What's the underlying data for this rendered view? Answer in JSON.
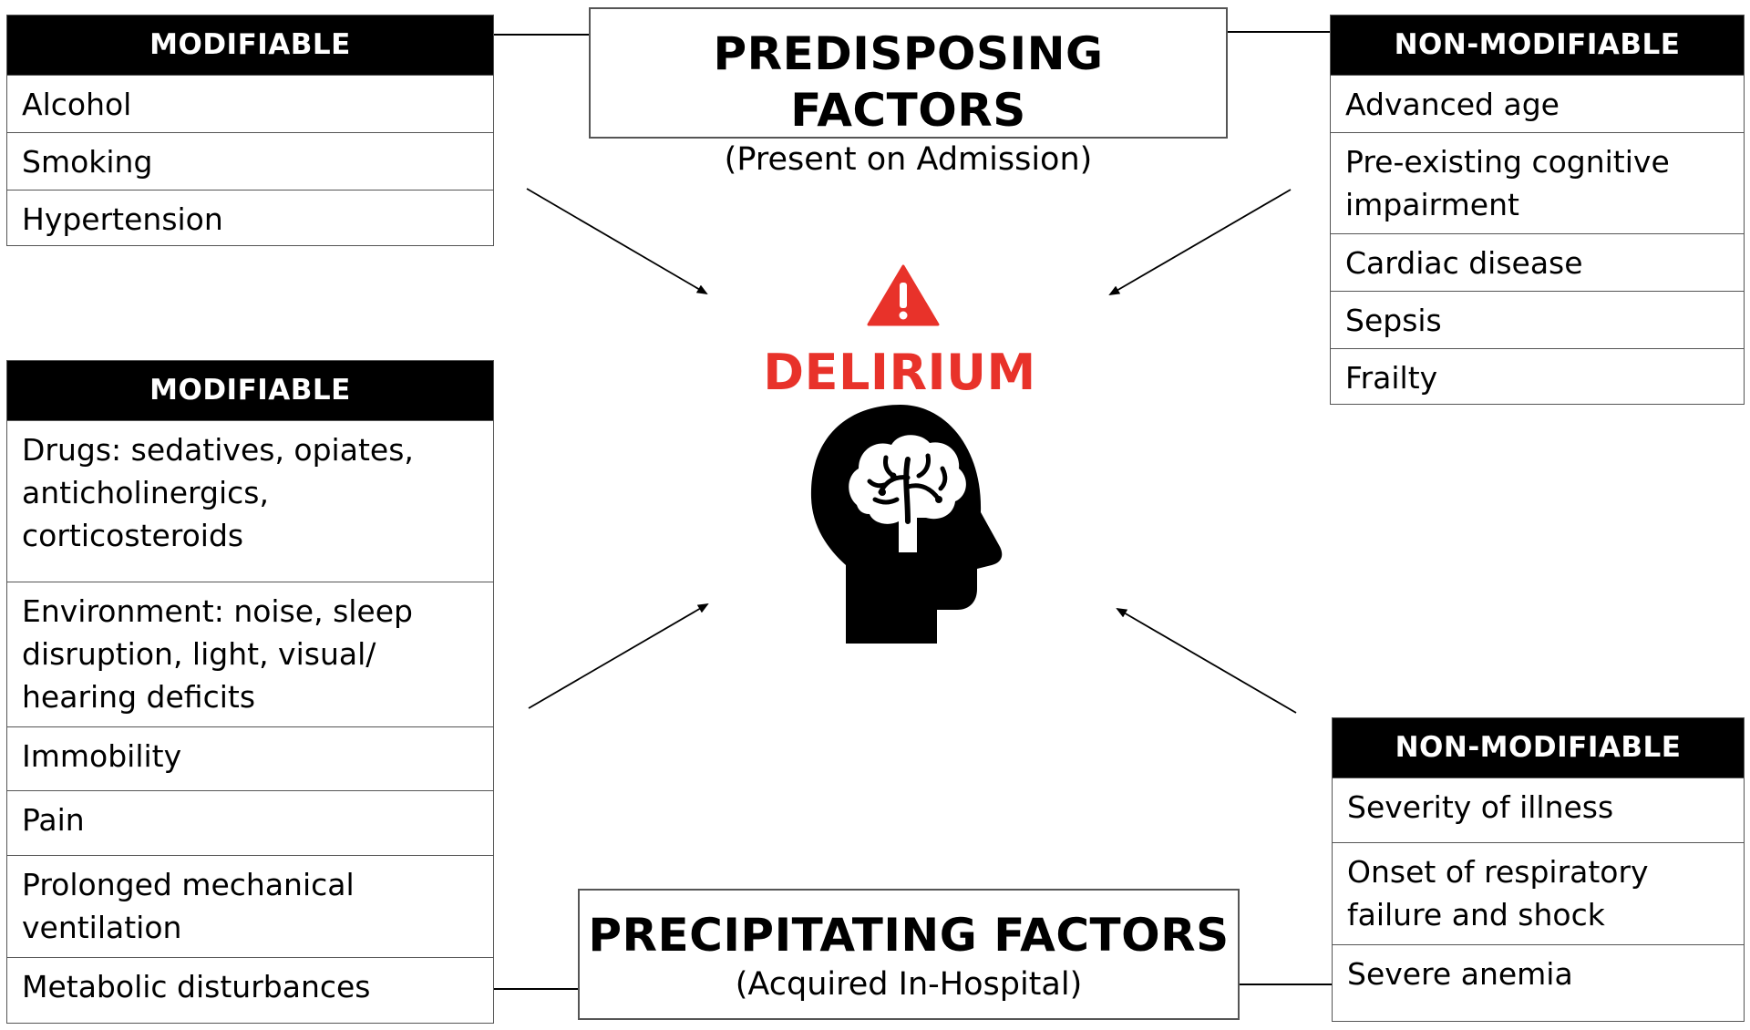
{
  "colors": {
    "accent_red": "#e8322a",
    "header_bg": "#000000",
    "border": "#555555"
  },
  "predisposing": {
    "title": "PREDISPOSING FACTORS",
    "subtitle": "(Present on Admission)",
    "modifiable": {
      "header": "MODIFIABLE",
      "items": [
        "Alcohol",
        "Smoking",
        "Hypertension"
      ]
    },
    "non_modifiable": {
      "header": "NON-MODIFIABLE",
      "items": [
        "Advanced age",
        "Pre-existing cognitive impairment",
        "Cardiac disease",
        "Sepsis",
        "Frailty"
      ]
    }
  },
  "precipitating": {
    "title": "PRECIPITATING FACTORS",
    "subtitle": "(Acquired In-Hospital)",
    "modifiable": {
      "header": "MODIFIABLE",
      "items": [
        "Drugs: sedatives, opiates, anticholinergics, corticosteroids",
        "Environment: noise, sleep disruption, light, visual/ hearing deficits",
        "Immobility",
        "Pain",
        "Prolonged mechanical ventilation",
        "Metabolic disturbances"
      ]
    },
    "non_modifiable": {
      "header": "NON-MODIFIABLE",
      "items": [
        "Severity of illness",
        "Onset of respiratory failure and shock",
        "Severe anemia"
      ]
    }
  },
  "center": {
    "label": "DELIRIUM",
    "warning_icon": "warning-triangle-icon",
    "head_icon": "head-brain-icon"
  }
}
